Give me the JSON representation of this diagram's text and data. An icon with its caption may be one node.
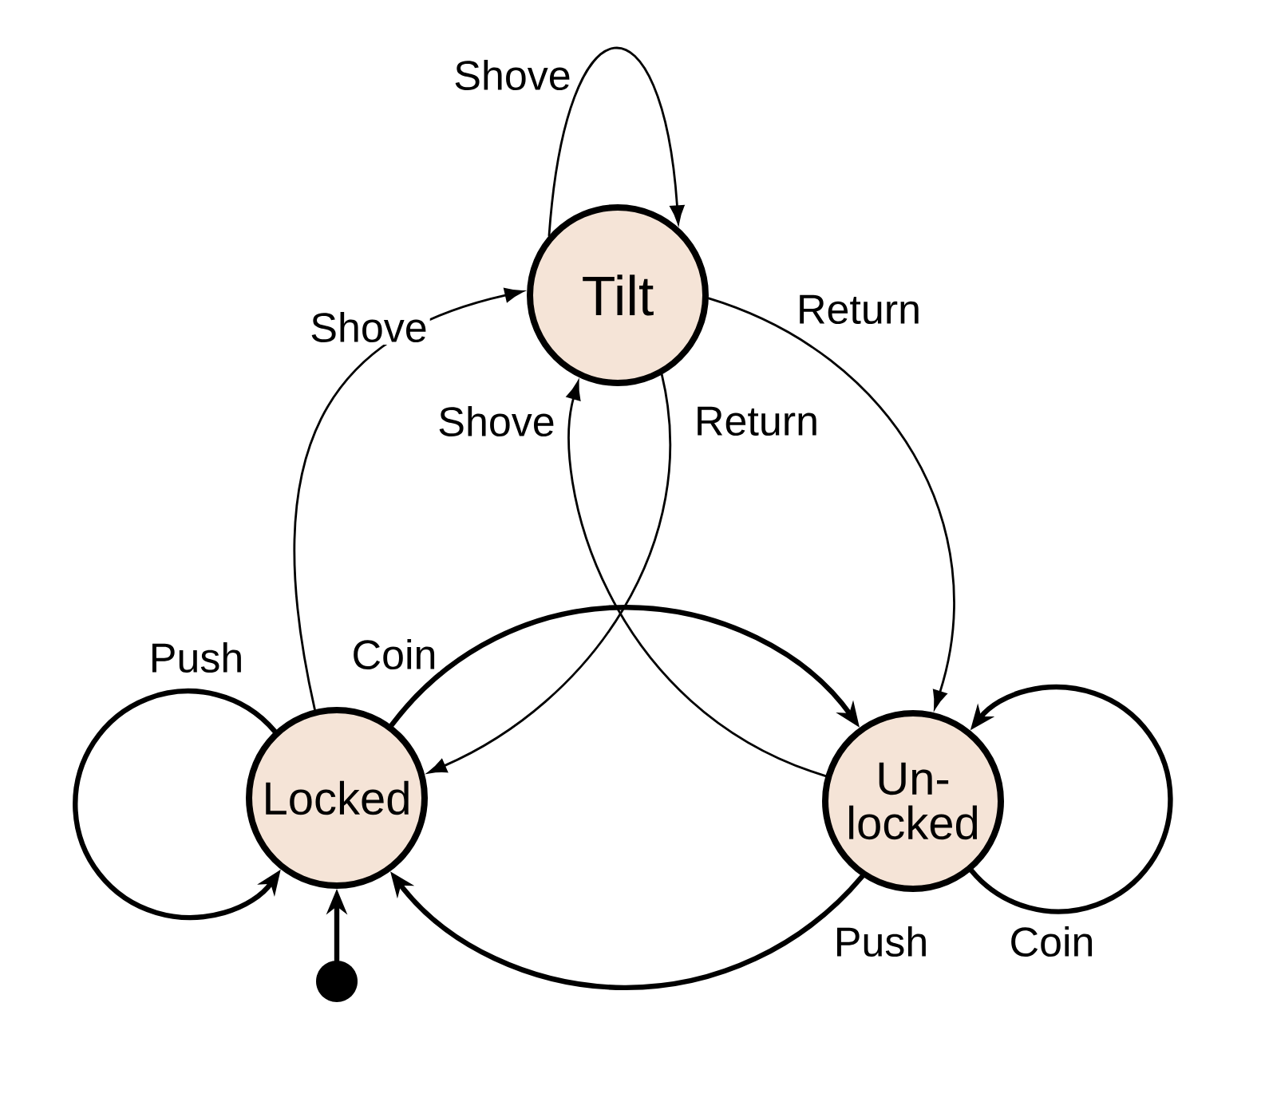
{
  "diagram": {
    "nodes": [
      {
        "text": [
          "Tilt"
        ]
      },
      {
        "text": [
          "Locked"
        ]
      },
      {
        "text": [
          "Un- locked"
        ]
      },
      {
        "text": [],
        "shape": "circle"
      }
    ],
    "edges": [
      {
        "from": 0,
        "to": 0,
        "arrow": "to",
        "label": "Shove"
      },
      {
        "from": 1,
        "to": 0,
        "arrow": "to",
        "label": "Shove"
      },
      {
        "from": 2,
        "to": 0,
        "arrow": "to",
        "label": "Shove"
      },
      {
        "from": 0,
        "to": 2,
        "arrow": "to",
        "label": "Return"
      },
      {
        "from": 0,
        "to": 1,
        "arrow": "to",
        "label": "Return"
      },
      {
        "from": 1,
        "to": 1,
        "arrow": "to",
        "label": "Push",
        "style": "thick"
      },
      {
        "from": 1,
        "to": 2,
        "arrow": "to",
        "label": "Coin",
        "style": "thick"
      },
      {
        "from": 2,
        "to": 2,
        "arrow": "to",
        "label": "Coin",
        "style": "thick"
      },
      {
        "from": 2,
        "to": 1,
        "arrow": "to",
        "label": "Push",
        "style": "thick"
      },
      {
        "from": 3,
        "to": 1,
        "arrow": "to",
        "style": "thick"
      }
    ]
  }
}
